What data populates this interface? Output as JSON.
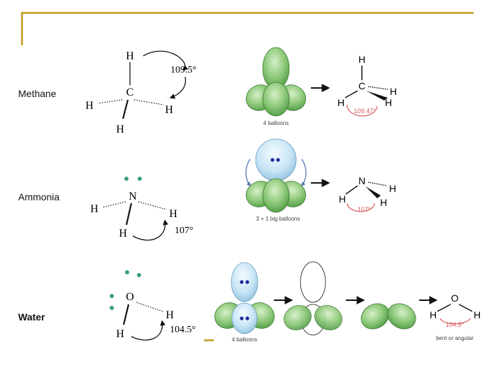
{
  "rows": {
    "methane": {
      "label": "Methane",
      "atoms": {
        "center": "C",
        "top": "H",
        "left": "H",
        "right": "H",
        "bottom": "H"
      },
      "angle": "109.5°",
      "balloon_caption": "4 balloons",
      "model": {
        "center": "C",
        "top": "H",
        "left": "H",
        "right": "H",
        "back": "H",
        "angle": "109.47°"
      }
    },
    "ammonia": {
      "label": "Ammonia",
      "atoms": {
        "center": "N",
        "left": "H",
        "right": "H",
        "bottom": "H"
      },
      "angle": "107°",
      "balloon_caption": "3 + 1 big balloons",
      "model": {
        "center": "N",
        "left": "H",
        "right": "H",
        "back": "H",
        "angle": "107°"
      }
    },
    "water": {
      "label": "Water",
      "atoms": {
        "center": "O",
        "right": "H",
        "bottom": "H"
      },
      "angle": "104.5°",
      "balloon_caption": "4 balloons",
      "model": {
        "center": "O",
        "left": "H",
        "right": "H",
        "angle": "104.5°",
        "caption": "bent or angular"
      }
    }
  },
  "colors": {
    "frame": "#c8a83a",
    "bond_lobe": "#7fbf6a",
    "lone_pair_lobe": "#bfe0f4",
    "electron_dot": "#1a2a9a",
    "lone_pair_dot": "#3aa07a",
    "angle_arc": "#d85a5a"
  }
}
